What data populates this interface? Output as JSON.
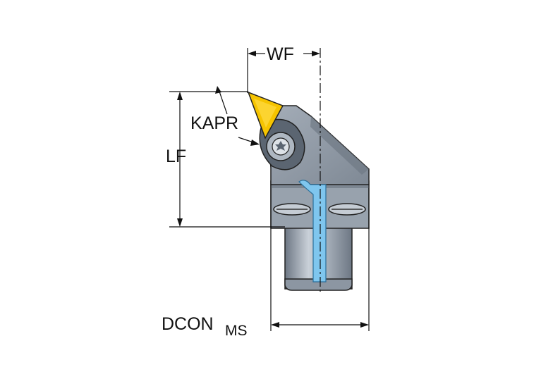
{
  "diagram": {
    "labels": {
      "wf": "WF",
      "kapr": "KAPR",
      "lf": "LF",
      "dcon": "DCON",
      "dcon_sub": "MS"
    },
    "colors": {
      "insert_yellow": "#f6c400",
      "body_gray": "#8e98a4",
      "body_shadow": "#6c7682",
      "coolant_blue": "#7fc6ee",
      "outline": "#222222",
      "dimension_line": "#111111"
    }
  }
}
